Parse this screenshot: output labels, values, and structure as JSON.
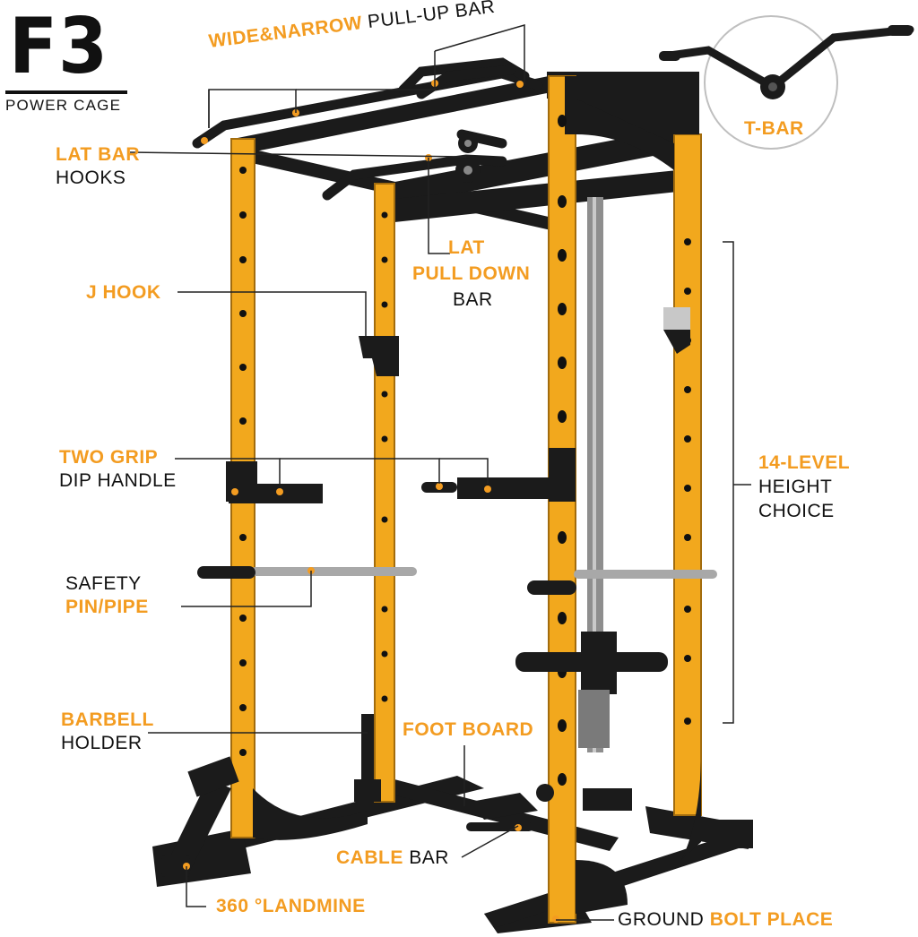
{
  "brand": {
    "title": "F3",
    "subtitle": "POWER CAGE"
  },
  "colors": {
    "accent": "#F39C21",
    "frame_yellow": "#F2A81D",
    "steel_black": "#1B1B1B",
    "text": "#111111"
  },
  "callouts": {
    "pullup_bar": {
      "highlight": "WIDE&NARROW",
      "text": "PULL-UP BAR"
    },
    "tbar": {
      "highlight": "T-BAR"
    },
    "lat_hooks": {
      "highlight": "LAT BAR",
      "text": "HOOKS"
    },
    "lat_pulldown": {
      "line1": "LAT",
      "line2": "PULL DOWN",
      "line3": "BAR"
    },
    "j_hook": {
      "highlight": "J HOOK"
    },
    "dip_handle": {
      "highlight": "TWO GRIP",
      "text": "DIP HANDLE"
    },
    "height": {
      "highlight": "14-LEVEL",
      "line2": "HEIGHT",
      "line3": "CHOICE"
    },
    "safety": {
      "text": "SAFETY",
      "highlight": "PIN/PIPE"
    },
    "barbell_holder": {
      "highlight": "BARBELL",
      "text": "HOLDER"
    },
    "foot_board": {
      "highlight": "FOOT BOARD"
    },
    "cable_bar": {
      "highlight": "CABLE",
      "text": "BAR"
    },
    "landmine": {
      "highlight": "360 °LANDMINE"
    },
    "ground_bolt": {
      "text": "GROUND",
      "highlight": "BOLT PLACE"
    }
  },
  "icons": [
    "power-cage-illustration",
    "t-bar-handle-icon",
    "pulley-icon",
    "weight-plate-icon"
  ]
}
